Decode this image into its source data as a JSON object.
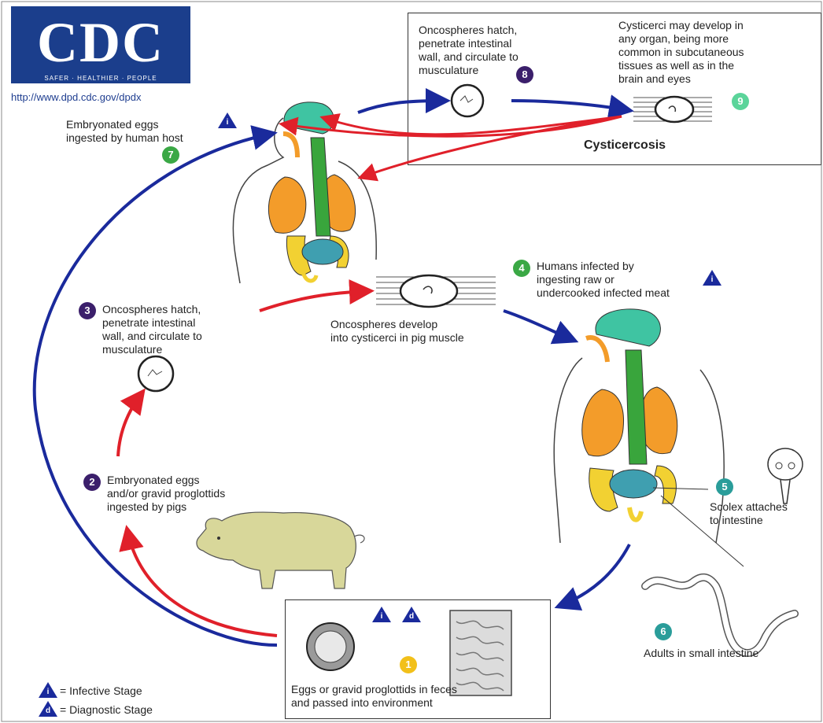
{
  "logo": {
    "text": "CDC",
    "tagline": "SAFER · HEALTHIER · PEOPLE"
  },
  "url": "http://www.dpd.cdc.gov/dpdx",
  "stages": {
    "s1": {
      "num": "1",
      "lines": [
        "Eggs or gravid proglottids in feces",
        "and passed into environment"
      ]
    },
    "s2": {
      "num": "2",
      "lines": [
        "Embryonated eggs",
        "and/or gravid proglottids",
        "ingested by pigs"
      ]
    },
    "s3": {
      "num": "3",
      "lines": [
        "Oncospheres hatch,",
        "penetrate intestinal",
        "wall, and circulate to",
        "musculature"
      ]
    },
    "s3b": {
      "lines": [
        "Oncospheres develop",
        "into cysticerci in pig muscle"
      ]
    },
    "s4": {
      "num": "4",
      "lines": [
        "Humans infected by",
        "ingesting raw or",
        "undercooked infected meat"
      ]
    },
    "s5": {
      "num": "5",
      "lines": [
        "Scolex attaches",
        "to intestine"
      ]
    },
    "s6": {
      "num": "6",
      "lines": [
        "Adults in small intestine"
      ]
    },
    "s7": {
      "num": "7",
      "lines": [
        "Embryonated eggs",
        "ingested by human host"
      ]
    },
    "s8": {
      "num": "8",
      "lines": [
        "Oncospheres hatch,",
        "penetrate intestinal",
        "wall, and circulate to",
        "musculature"
      ]
    },
    "s9": {
      "num": "9",
      "lines": [
        "Cysticerci may develop in",
        "any organ, being more",
        "common in subcutaneous",
        "tissues as well as in the",
        "brain and eyes"
      ]
    }
  },
  "cysticercosis_label": "Cysticercosis",
  "legend": {
    "infective": {
      "symbol": "i",
      "label": "= Infective Stage"
    },
    "diagnostic": {
      "symbol": "d",
      "label": "= Diagnostic Stage"
    }
  },
  "colors": {
    "navy_badge": "#3b1f6b",
    "green_badge": "#3aa845",
    "teal_badge": "#2a9d9a",
    "mint_badge": "#5bd49a",
    "yellow_badge": "#f2c01a",
    "blue_arrow": "#1a2a9c",
    "red_arrow": "#e0202a",
    "lung": "#f39c2a",
    "brain": "#3fc4a2",
    "gut_green": "#39a53c",
    "colon": "#f2d132",
    "small_intestine": "#3f9fb0",
    "pig": "#d8d79a"
  }
}
